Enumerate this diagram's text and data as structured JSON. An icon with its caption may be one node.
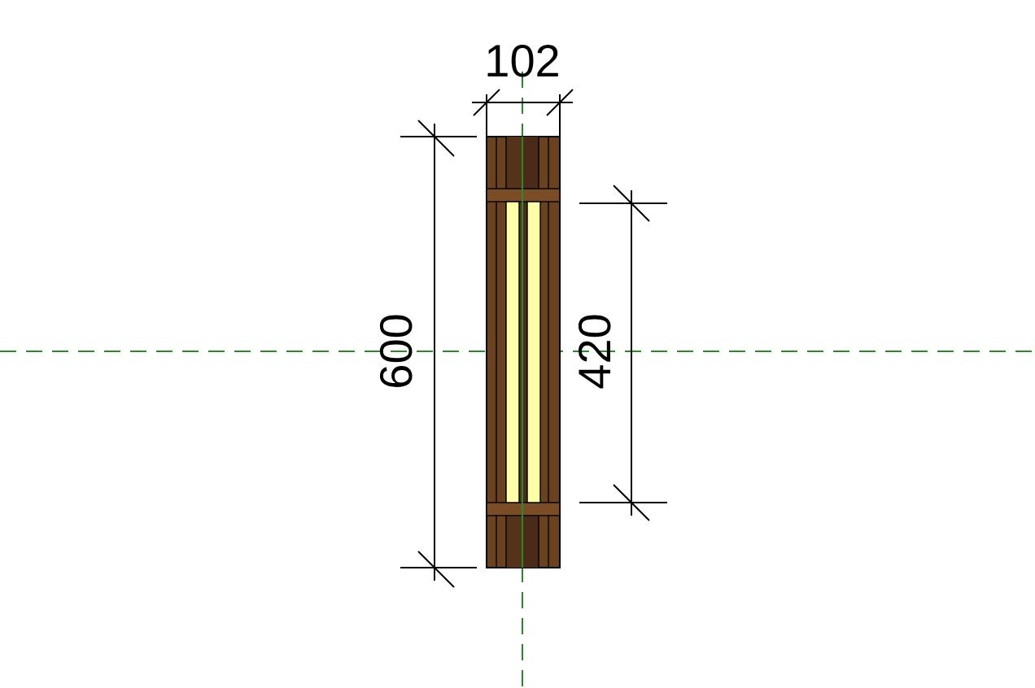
{
  "diagram": {
    "labels": [
      "102",
      "600",
      "420"
    ]
  }
}
